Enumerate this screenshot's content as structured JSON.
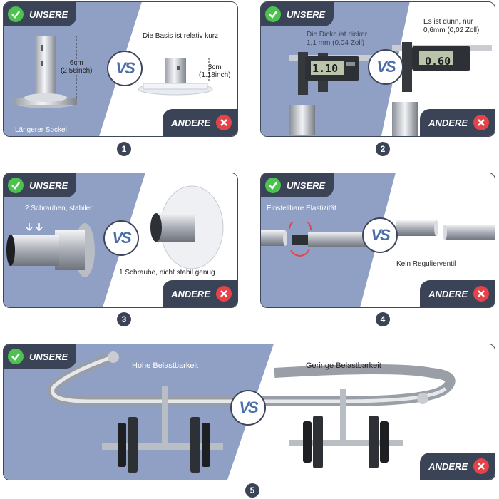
{
  "labels": {
    "ours": "UNSERE",
    "other": "ANDERE",
    "vs": "VS"
  },
  "colors": {
    "panel_dark": "#3b4356",
    "panel_blue": "#8fa0c4",
    "check_green": "#4cc24f",
    "cross_red": "#e54249"
  },
  "comparisons": [
    {
      "number": "1",
      "ours_text": "Längerer Sockel",
      "ours_dimension": "6cm",
      "ours_dimension_sub": "(2.56inch)",
      "other_text": "Die Basis ist relativ kurz",
      "other_dimension": "3cm",
      "other_dimension_sub": "(1.18inch)"
    },
    {
      "number": "2",
      "ours_text_line1": "Die Dicke ist dicker",
      "ours_text_line2": "1,1 mm (0.04 Zoll)",
      "ours_reading": "1.10",
      "other_text_line1": "Es ist dünn, nur",
      "other_text_line2": "0,6mm (0,02 Zoll)",
      "other_reading": "0.60"
    },
    {
      "number": "3",
      "ours_text": "2 Schrauben, stabiler",
      "other_text": "1 Schraube, nicht stabil genug"
    },
    {
      "number": "4",
      "ours_text": "Einstellbare Elastizität",
      "other_text": "Kein Regulierventil"
    },
    {
      "number": "5",
      "ours_text": "Hohe Belastbarkeit",
      "other_text": "Geringe Belastbarkeit"
    }
  ]
}
